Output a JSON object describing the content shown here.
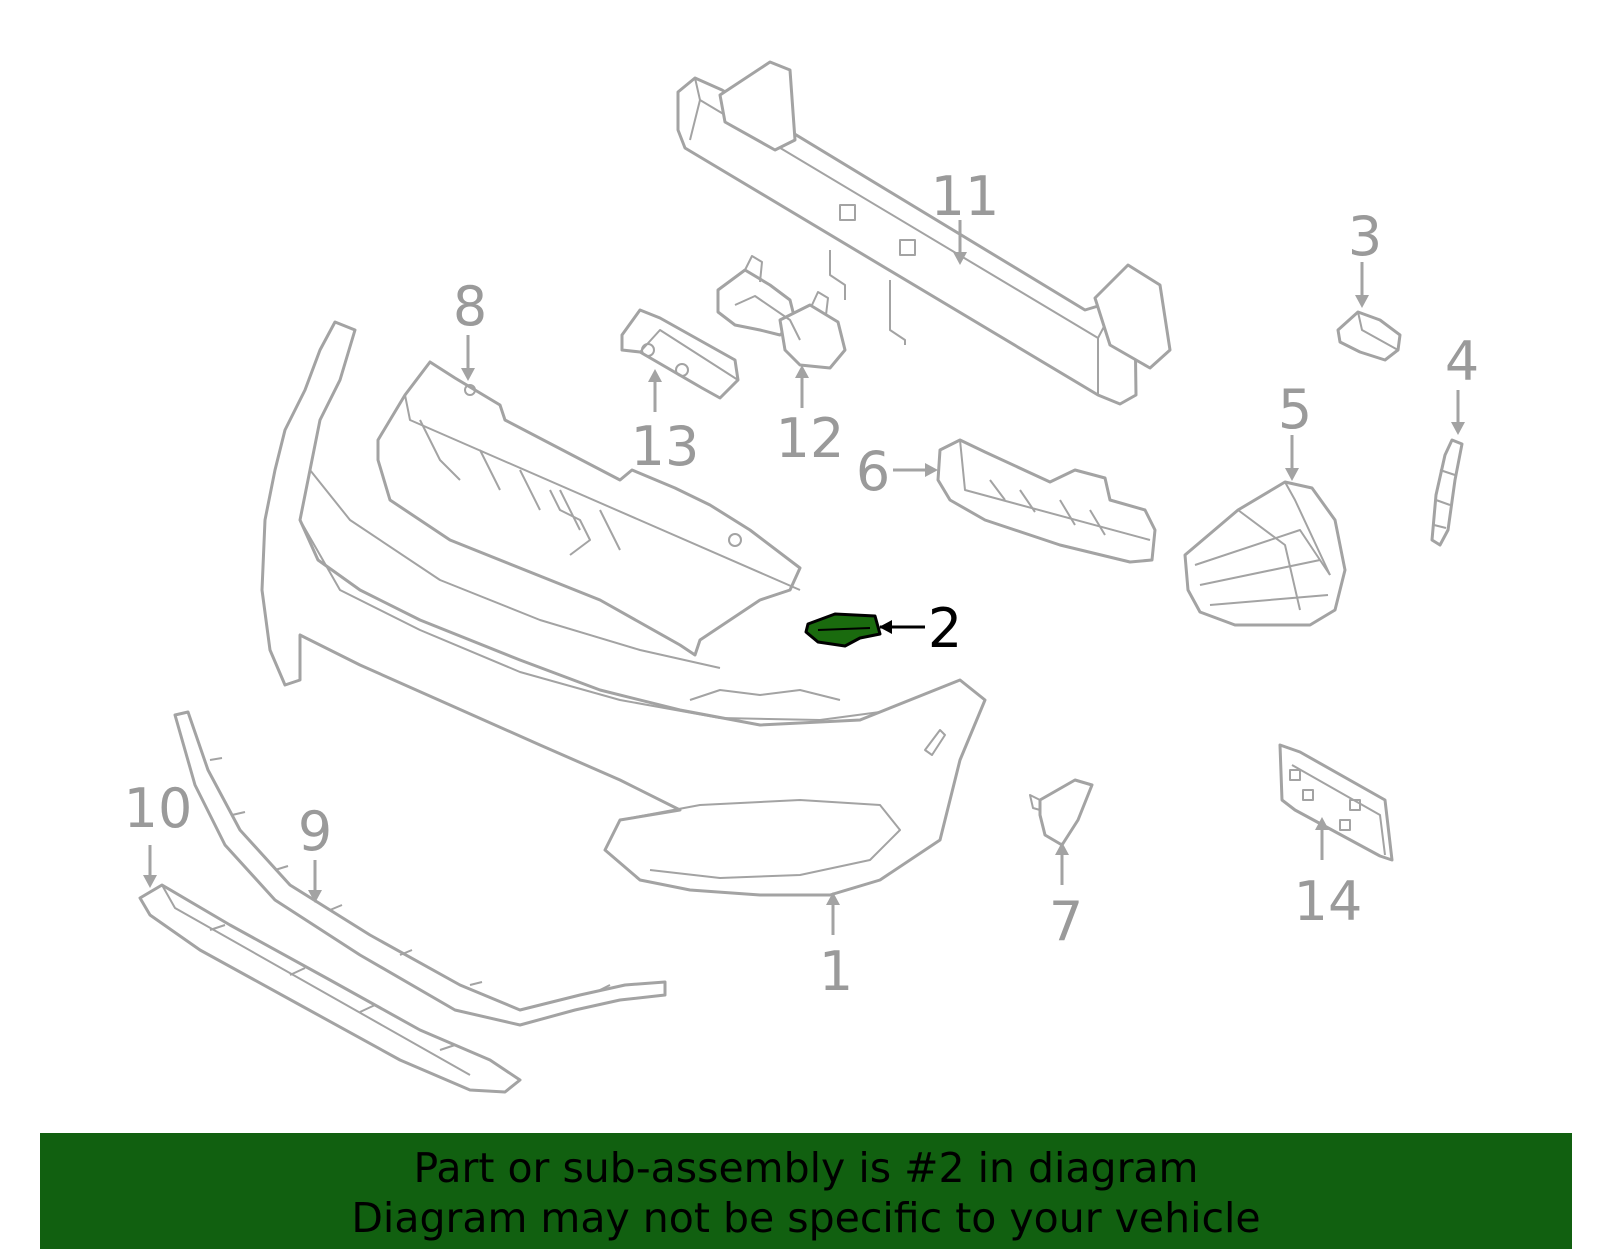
{
  "diagram": {
    "callouts": [
      {
        "label": "1"
      },
      {
        "label": "2"
      },
      {
        "label": "3"
      },
      {
        "label": "4"
      },
      {
        "label": "5"
      },
      {
        "label": "6"
      },
      {
        "label": "7"
      },
      {
        "label": "8"
      },
      {
        "label": "9"
      },
      {
        "label": "10"
      },
      {
        "label": "11"
      },
      {
        "label": "12"
      },
      {
        "label": "13"
      },
      {
        "label": "14"
      }
    ],
    "highlight_color": "#1a6b0e",
    "line_color": "#a3a3a3"
  },
  "banner": {
    "line1": "Part or sub-assembly is #2 in diagram",
    "line2": "Diagram may not be specific to your vehicle",
    "background": "#116010"
  }
}
